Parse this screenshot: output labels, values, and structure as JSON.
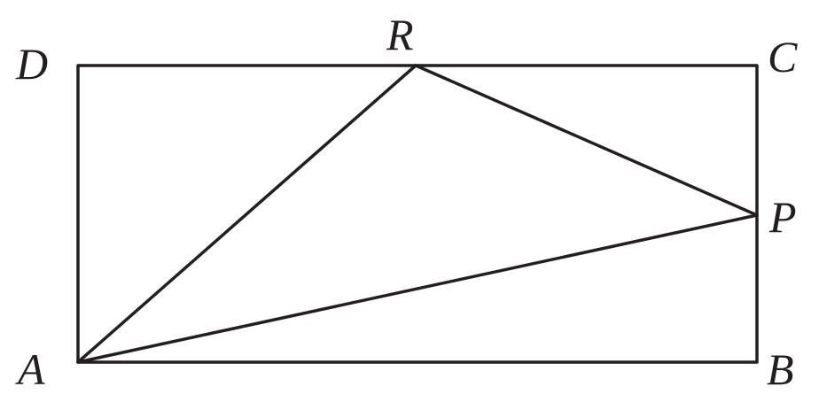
{
  "diagram": {
    "labels": {
      "A": "A",
      "B": "B",
      "C": "C",
      "D": "D",
      "P": "P",
      "R": "R"
    },
    "stroke_color": "#231f20",
    "background": "#ffffff"
  }
}
